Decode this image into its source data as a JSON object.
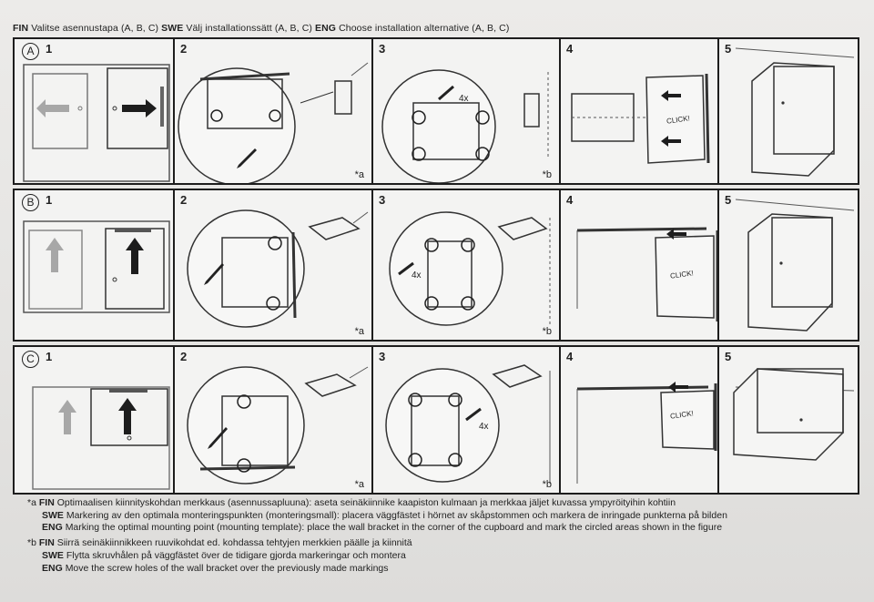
{
  "header": {
    "fin_tag": "FIN",
    "fin_text": "Valitse asennustapa (A, B, C)",
    "swe_tag": "SWE",
    "swe_text": "Välj installationssätt (A, B, C)",
    "eng_tag": "ENG",
    "eng_text": "Choose installation alternative (A, B, C)"
  },
  "rows": [
    {
      "letter": "A",
      "steps": [
        "1",
        "2",
        "3",
        "4",
        "5"
      ],
      "notes": {
        "step2": "*a",
        "step3": "*b"
      },
      "labels": {
        "screws": "4x",
        "click": "CLICK!"
      }
    },
    {
      "letter": "B",
      "steps": [
        "1",
        "2",
        "3",
        "4",
        "5"
      ],
      "notes": {
        "step2": "*a",
        "step3": "*b"
      },
      "labels": {
        "screws": "4x",
        "click": "CLICK!"
      }
    },
    {
      "letter": "C",
      "steps": [
        "1",
        "2",
        "3",
        "4",
        "5"
      ],
      "notes": {
        "step2": "*a",
        "step3": "*b"
      },
      "labels": {
        "screws": "4x",
        "click": "CLICK!"
      }
    }
  ],
  "footnotes": {
    "a": {
      "marker": "*a",
      "fin_tag": "FIN",
      "fin": "Optimaalisen kiinnityskohdan merkkaus (asennussapluuna): aseta seinäkiinnike kaapiston kulmaan ja merkkaa jäljet kuvassa ympyröityihin kohtiin",
      "swe_tag": "SWE",
      "swe": "Markering av den optimala monteringspunkten (monteringsmall): placera väggfästet i hörnet av skåpstommen och markera de inringade punkterna på bilden",
      "eng_tag": "ENG",
      "eng": "Marking the optimal mounting point (mounting template): place the wall bracket in the corner of the cupboard and mark the circled areas shown in the figure"
    },
    "b": {
      "marker": "*b",
      "fin_tag": "FIN",
      "fin": "Siirrä seinäkiinnikkeen ruuvikohdat ed. kohdassa tehtyjen merkkien päälle ja kiinnitä",
      "swe_tag": "SWE",
      "swe": "Flytta skruvhålen på väggfästet över de tidigare gjorda markeringar och montera",
      "eng_tag": "ENG",
      "eng": "Move the screw holes of the wall bracket over the previously made markings"
    }
  },
  "colors": {
    "ink": "#1d1d1d",
    "paper": "#f3f3f2",
    "gray_arrow": "#a7a7a7"
  }
}
